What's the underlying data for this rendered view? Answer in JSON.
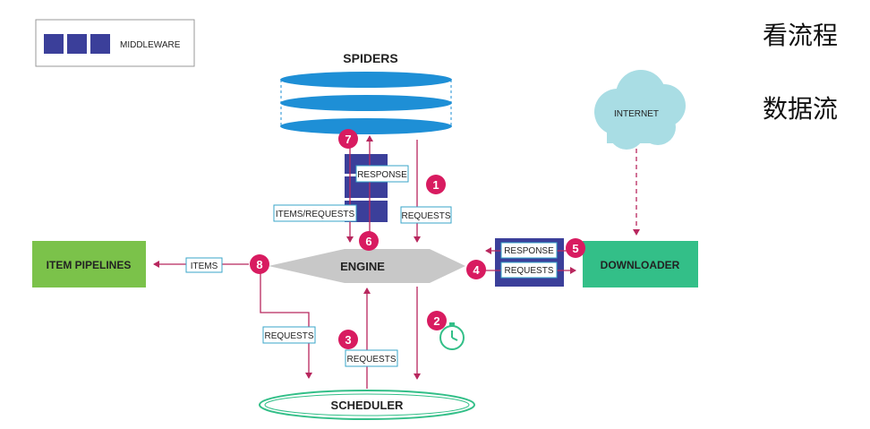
{
  "legend": {
    "label": "MIDDLEWARE"
  },
  "side_notes": {
    "note1": "看流程",
    "note2": "数据流"
  },
  "nodes": {
    "spiders": "SPIDERS",
    "engine": "ENGINE",
    "scheduler": "SCHEDULER",
    "downloader": "DOWNLOADER",
    "item_pipelines": "ITEM PIPELINES",
    "internet": "INTERNET"
  },
  "edge_labels": {
    "response_spider": "RESPONSE",
    "items_requests": "ITEMS/REQUESTS",
    "requests_1": "REQUESTS",
    "items": "ITEMS",
    "response_dl": "RESPONSE",
    "requests_dl": "REQUESTS",
    "requests_sched_in": "REQUESTS",
    "requests_sched_out": "REQUESTS"
  },
  "steps": [
    "1",
    "2",
    "3",
    "4",
    "5",
    "6",
    "7",
    "8"
  ],
  "colors": {
    "arrow": "#b8275e",
    "badge": "#d81b60",
    "middleware": "#3b3f9a",
    "spider_disk": "#1e8fd6",
    "green_box": "#7bc24a",
    "downloader_box": "#33bf88",
    "engine": "#c8c8c8",
    "cloud": "#a9dde4",
    "label_border": "#3aa6c8"
  }
}
